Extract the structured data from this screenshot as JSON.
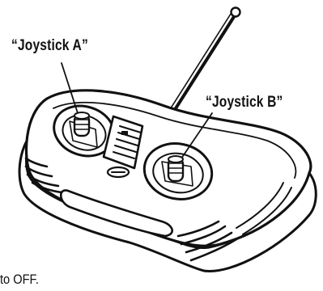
{
  "labels": {
    "joystick_a": "“Joystick A”",
    "joystick_b": "“Joystick B”"
  },
  "caption": "to OFF.",
  "colors": {
    "ink": "#111111",
    "paper": "#ffffff"
  }
}
